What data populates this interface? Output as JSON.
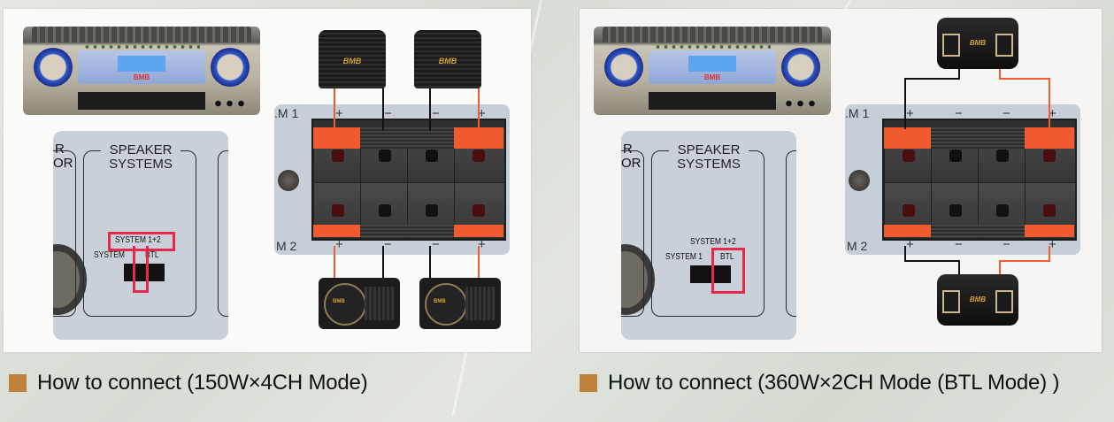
{
  "captions": {
    "left": "How to connect (150W×4CH Mode)",
    "right": "How to connect (360W×2CH Mode (BTL Mode) )"
  },
  "caption_marker_color": "#c0823a",
  "highlight_color": "#e5294a",
  "wire_colors": {
    "positive": "#f25a2f",
    "negative": "#111111"
  },
  "amplifier": {
    "brand": "BMB"
  },
  "rear_panel": {
    "partial_left_label_line1": "R",
    "partial_left_label_line2": "OR",
    "title_line1": "SPEAKER",
    "title_line2": "SYSTEMS",
    "switch_labels": {
      "top": "SYSTEM 1+2",
      "left_mode_label": "SYSTEM",
      "left_mode_label_full": "SYSTEM 1",
      "right": "BTL"
    }
  },
  "terminals": {
    "system1_label": ".M 1",
    "system2_label": "M 2",
    "polarity_top": [
      "+",
      "−",
      "−",
      "+"
    ],
    "polarity_bottom": [
      "+",
      "−",
      "−",
      "+"
    ]
  },
  "speakers": {
    "brand": "BMB"
  },
  "modes": [
    {
      "name": "150W×4CH Mode",
      "switch_position": "SYSTEM 1+2",
      "speaker_count": 4
    },
    {
      "name": "360W×2CH Mode (BTL Mode)",
      "switch_position": "BTL",
      "speaker_count": 2
    }
  ]
}
